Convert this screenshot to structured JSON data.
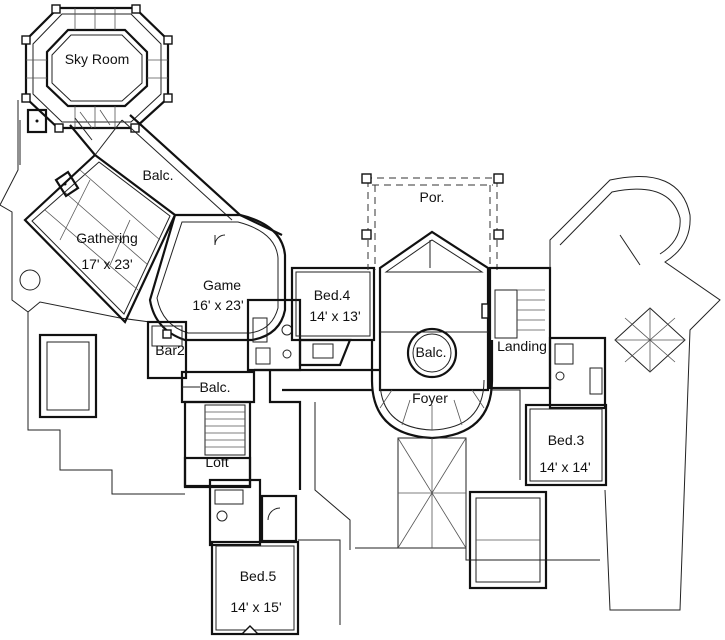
{
  "rooms": {
    "sky_room": {
      "name": "Sky Room"
    },
    "balc_upper": {
      "name": "Balc."
    },
    "gathering": {
      "name": "Gathering",
      "size": "17' x 23'"
    },
    "game": {
      "name": "Game",
      "size": "16' x 23'"
    },
    "bed4": {
      "name": "Bed.4",
      "size": "14' x 13'"
    },
    "bar2": {
      "name": "Bar2"
    },
    "balc_left": {
      "name": "Balc."
    },
    "balc_center": {
      "name": "Balc."
    },
    "foyer": {
      "name": "Foyer"
    },
    "landing": {
      "name": "Landing"
    },
    "por": {
      "name": "Por."
    },
    "bed3": {
      "name": "Bed.3",
      "size": "14' x 14'"
    },
    "loft": {
      "name": "Loft"
    },
    "bed5": {
      "name": "Bed.5",
      "size": "14' x 15'"
    }
  }
}
